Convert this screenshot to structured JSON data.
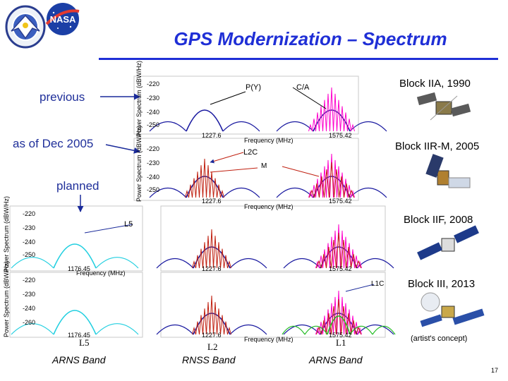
{
  "title": "GPS Modernization – Spectrum",
  "logos": {
    "left": "usaf-space-command-logo",
    "right": "nasa-logo",
    "nasa_text": "NASA"
  },
  "row_labels": {
    "previous": "previous",
    "dec2005": "as of Dec 2005",
    "planned": "planned"
  },
  "blocks": {
    "iia": "Block IIA, 1990",
    "iirm": "Block IIR-M, 2005",
    "iif": "Block IIF, 2008",
    "iii": "Block III, 2013",
    "concept": "(artist's concept)"
  },
  "signals": {
    "py": "P(Y)",
    "ca": "C/A",
    "l2c": "L2C",
    "m": "M",
    "l5": "L5",
    "l1c": "L1C"
  },
  "axis": {
    "ylabel": "Power Spectrum (dBW/Hz)",
    "xlabel": "Frequency (MHz)",
    "yticks": [
      "-220",
      "-230",
      "-240",
      "-250"
    ],
    "l5_ticks": [
      "-220",
      "-230",
      "-240",
      "-250",
      "-260"
    ],
    "f_l2": "1227.6",
    "f_l1": "1575.42",
    "f_l5": "1176.45"
  },
  "bands": {
    "arns1": "ARNS Band",
    "rnss": "RNSS Band",
    "arns2": "ARNS Band",
    "l5": "L5",
    "l2": "L2",
    "l1": "L1"
  },
  "page_number": "17",
  "colors": {
    "title": "#1f2fd6",
    "label": "#1f2f9a",
    "ca": "#ff00cc",
    "py": "#1a1aa0",
    "m": "#c02010",
    "l5": "#22cfe0",
    "l1c": "#22bb22"
  }
}
